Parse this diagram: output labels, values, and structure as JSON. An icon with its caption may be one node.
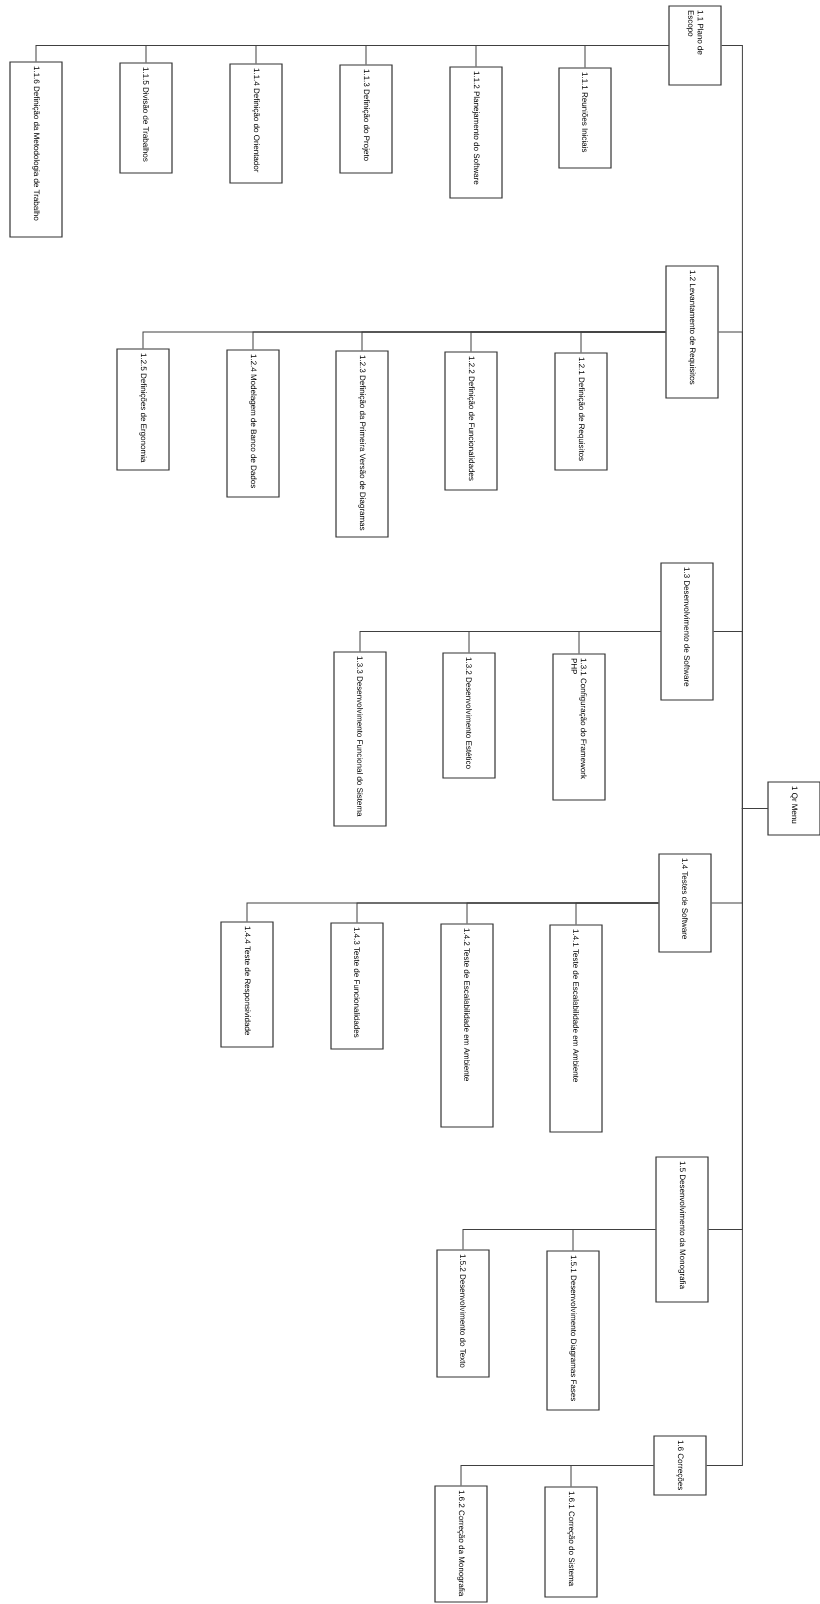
{
  "diagram": {
    "nodes": [
      {
        "text": [
          "1 Qr Menu"
        ]
      },
      {
        "text": [
          "1.1 Plano de Escopo"
        ]
      },
      {
        "text": [
          "1.1.1 Reuniões Iniciais"
        ]
      },
      {
        "text": [
          "1.1.2 Planejamento do Software"
        ]
      },
      {
        "text": [
          "1.1.3 Definição do Projeto"
        ]
      },
      {
        "text": [
          "1.1.4 Definição do Orientador"
        ]
      },
      {
        "text": [
          "1.1.5 Divisão de Trabalhos"
        ]
      },
      {
        "text": [
          "1.1.6 Definição da Metodologia de Trabalho"
        ]
      },
      {
        "text": [
          "1.2 Levantamento de Requisitos"
        ]
      },
      {
        "text": [
          "1.2.1 Definição de Requisitos"
        ]
      },
      {
        "text": [
          "1.2.2 Definição de Funcionalidades"
        ]
      },
      {
        "text": [
          "1.2.3 Definição da Primeira Versão de Diagramas"
        ]
      },
      {
        "text": [
          "1.2.4 Modelagem de Banco de Dados"
        ]
      },
      {
        "text": [
          "1.2.5 Definições de Ergonomia"
        ]
      },
      {
        "text": [
          "1.3 Desenvolvimento de Software"
        ]
      },
      {
        "text": [
          "1.3.1 Configuração do Framework PHP"
        ]
      },
      {
        "text": [
          "1.3.2 Desenvolvimento Estético"
        ]
      },
      {
        "text": [
          "1.3.3 Desenvolvimento Funcional do Sistema"
        ]
      },
      {
        "text": [
          "1.4 Testes de Software"
        ]
      },
      {
        "text": [
          "1.4.1 Teste de Escalabilidade em Ambiente"
        ]
      },
      {
        "text": [
          "1.4.2 Teste de Escalabilidade em Ambiente"
        ]
      },
      {
        "text": [
          "1.4.3 Teste de Funcionalidades"
        ]
      },
      {
        "text": [
          "1.4.4 Teste de Responsividade"
        ]
      },
      {
        "text": [
          "1.5 Desenvolvimento da Monografia"
        ]
      },
      {
        "text": [
          "1.5.1 Desenvolvimento Diagramas Fases"
        ]
      },
      {
        "text": [
          "1.5.2 Desenvolvimento do Texto"
        ]
      },
      {
        "text": [
          "1.6 Correções"
        ]
      },
      {
        "text": [
          "1.6.1 Correção do Sistema"
        ]
      },
      {
        "text": [
          "1.6.2 Correção da Monografia"
        ]
      }
    ],
    "edges": [
      {
        "from": 0,
        "to": 1,
        "arrow": "none"
      },
      {
        "from": 0,
        "to": 8,
        "arrow": "none"
      },
      {
        "from": 0,
        "to": 14,
        "arrow": "none"
      },
      {
        "from": 0,
        "to": 18,
        "arrow": "none"
      },
      {
        "from": 0,
        "to": 23,
        "arrow": "none"
      },
      {
        "from": 0,
        "to": 26,
        "arrow": "none"
      },
      {
        "from": 1,
        "to": 2,
        "arrow": "none"
      },
      {
        "from": 1,
        "to": 3,
        "arrow": "none"
      },
      {
        "from": 1,
        "to": 4,
        "arrow": "none"
      },
      {
        "from": 1,
        "to": 5,
        "arrow": "none"
      },
      {
        "from": 1,
        "to": 6,
        "arrow": "none"
      },
      {
        "from": 1,
        "to": 7,
        "arrow": "none"
      },
      {
        "from": 8,
        "to": 9,
        "arrow": "none"
      },
      {
        "from": 8,
        "to": 10,
        "arrow": "none"
      },
      {
        "from": 8,
        "to": 11,
        "arrow": "none"
      },
      {
        "from": 8,
        "to": 12,
        "arrow": "none"
      },
      {
        "from": 8,
        "to": 13,
        "arrow": "none"
      },
      {
        "from": 14,
        "to": 15,
        "arrow": "none"
      },
      {
        "from": 14,
        "to": 16,
        "arrow": "none"
      },
      {
        "from": 14,
        "to": 17,
        "arrow": "none"
      },
      {
        "from": 18,
        "to": 19,
        "arrow": "none"
      },
      {
        "from": 18,
        "to": 20,
        "arrow": "none"
      },
      {
        "from": 18,
        "to": 21,
        "arrow": "none"
      },
      {
        "from": 18,
        "to": 22,
        "arrow": "none"
      },
      {
        "from": 23,
        "to": 24,
        "arrow": "none"
      },
      {
        "from": 23,
        "to": 25,
        "arrow": "none"
      },
      {
        "from": 26,
        "to": 27,
        "arrow": "none"
      },
      {
        "from": 26,
        "to": 28,
        "arrow": "none"
      }
    ]
  }
}
